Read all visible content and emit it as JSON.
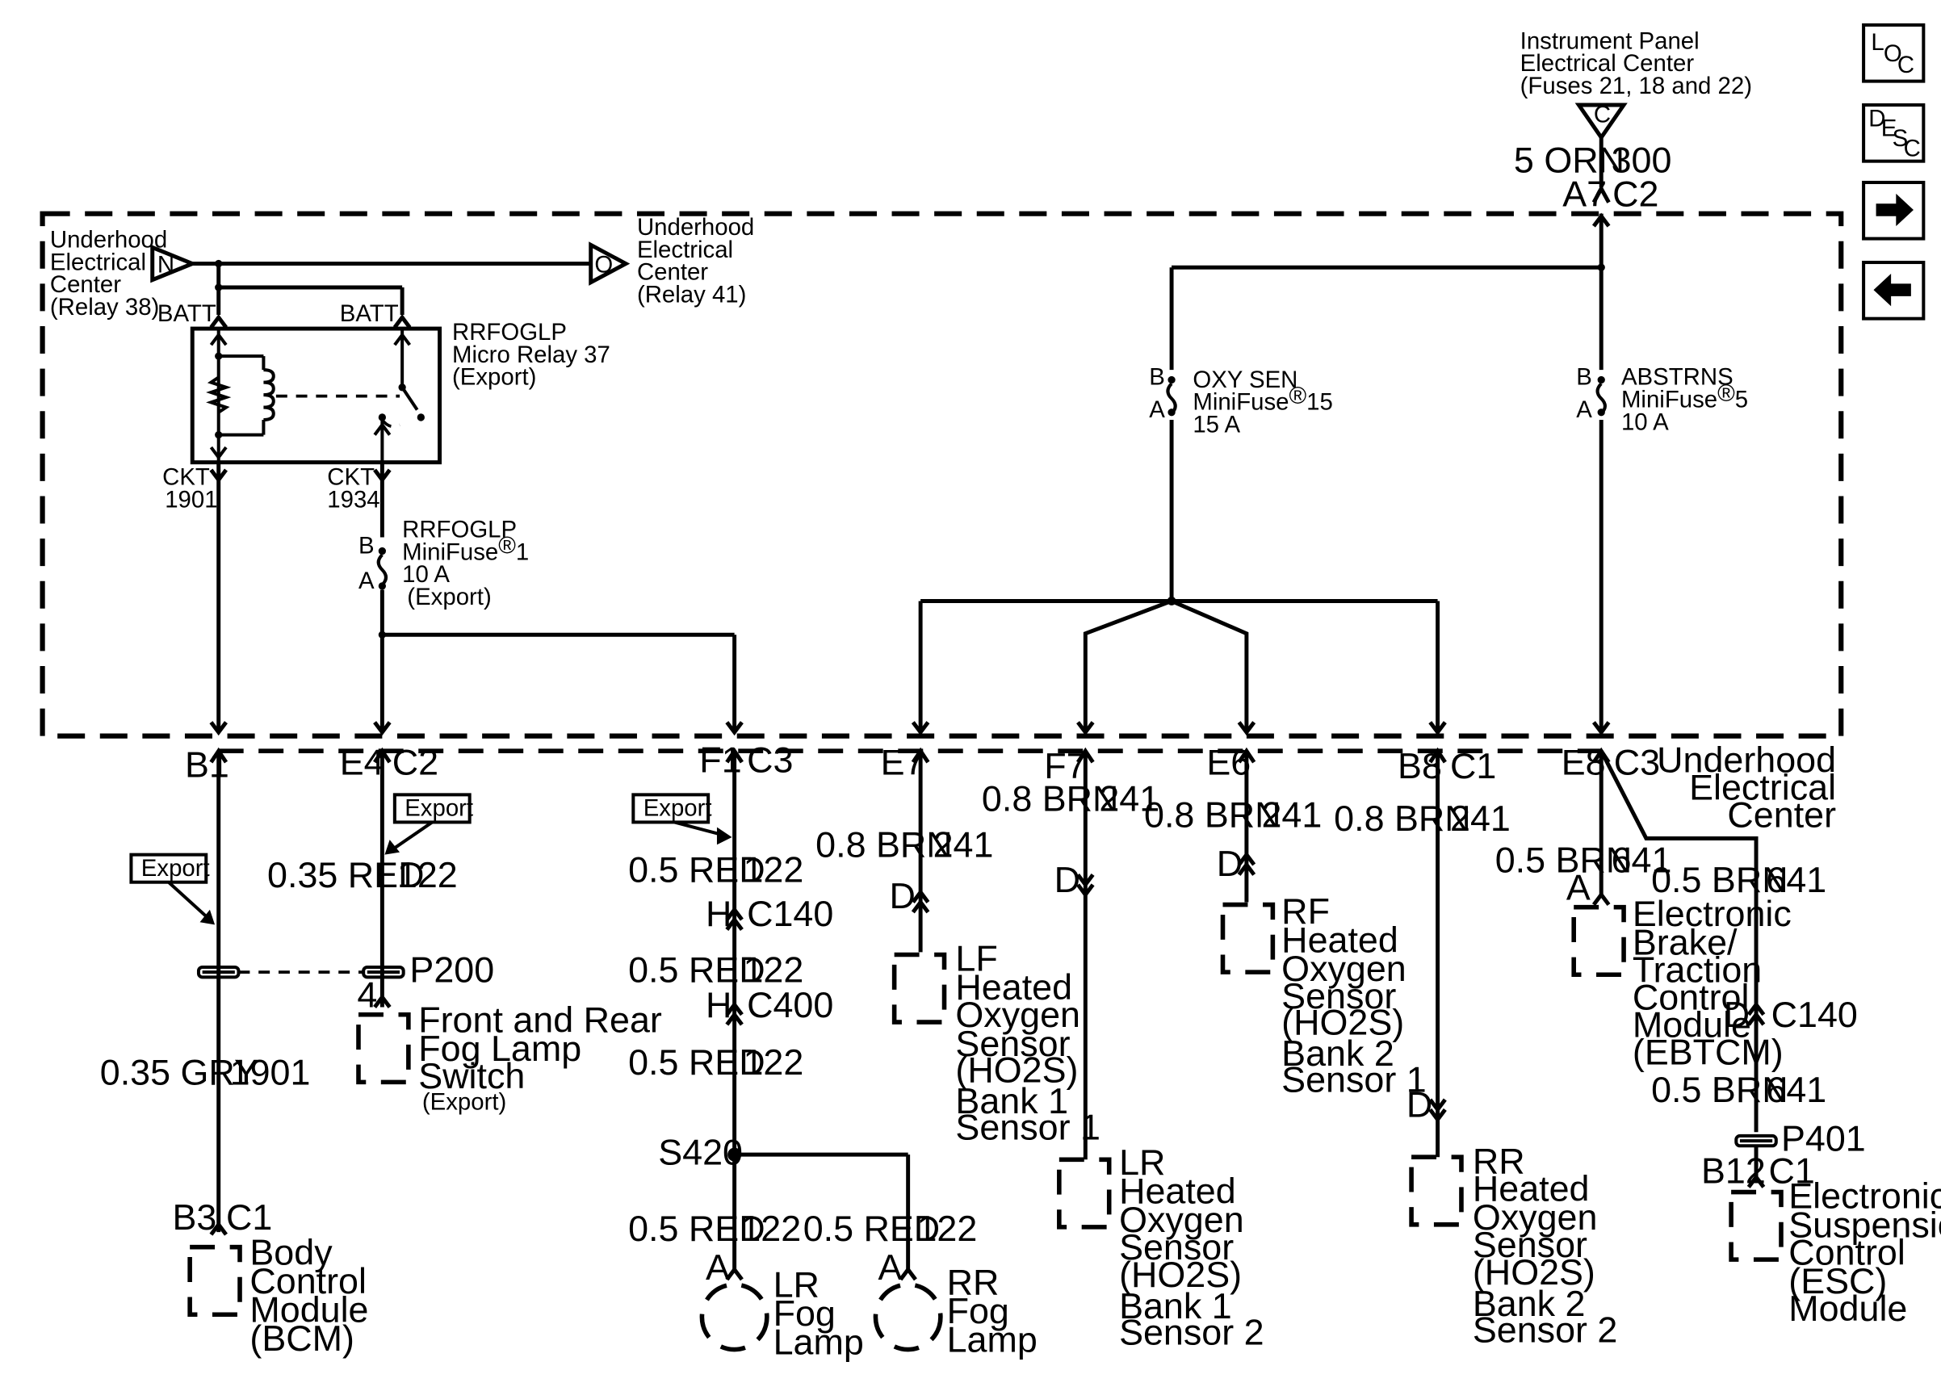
{
  "nav": {
    "loc": {
      "l1": "L",
      "l2": "O",
      "l3": "C"
    },
    "desc": {
      "l1": "D",
      "l2": "E",
      "l3": "S",
      "l4": "C"
    },
    "next_icon": "arrow-right-icon",
    "prev_icon": "arrow-left-icon"
  },
  "ipec": {
    "line1": "Instrument Panel",
    "line2": "Electrical Center",
    "line3": "(Fuses 21, 18 and 22)",
    "pin": "C"
  },
  "ipec_wire": {
    "gauge": "5 ORN",
    "ckt": "300",
    "pin": "A7",
    "conn": "C2"
  },
  "uec_left": {
    "l1": "Underhood",
    "l2": "Electrical",
    "l3": "Center",
    "l4": "(Relay 38)",
    "pin": "N"
  },
  "uec_right": {
    "l1": "Underhood",
    "l2": "Electrical",
    "l3": "Center",
    "l4": "(Relay 41)",
    "pin": "O"
  },
  "relay": {
    "batt1": "BATT",
    "batt2": "BATT",
    "name": "RRFOGLP",
    "type": "Micro Relay 37",
    "note": "(Export)",
    "ckt1a": "CKT",
    "ckt1b": "1901",
    "ckt2a": "CKT",
    "ckt2b": "1934"
  },
  "fuse_rrfoglp": {
    "b": "B",
    "a": "A",
    "name": "RRFOGLP",
    "type": "MiniFuse",
    "num": "1",
    "amps": "10 A",
    "note": "(Export)"
  },
  "fuse_oxy": {
    "b": "B",
    "a": "A",
    "name": "OXY SEN",
    "type": "MiniFuse",
    "num": "15",
    "amps": "15 A"
  },
  "fuse_abs": {
    "b": "B",
    "a": "A",
    "name": "ABSTRNS",
    "type": "MiniFuse",
    "num": "5",
    "amps": "10 A"
  },
  "reg": "®",
  "uec_bottom": {
    "l1": "Underhood",
    "l2": "Electrical",
    "l3": "Center"
  },
  "pins": {
    "b1": "B1",
    "e4": "E4",
    "c2": "C2",
    "f1": "F1",
    "c3a": "C3",
    "e7": "E7",
    "f7": "F7",
    "e6": "E6",
    "b8": "B8",
    "c1": "C1",
    "e8": "E8",
    "c3b": "C3"
  },
  "export_tag": "Export",
  "bcm_branch": {
    "gauge": "0.35 GRY",
    "ckt": "1901",
    "pin": "B3",
    "conn": "C1",
    "l1": "Body",
    "l2": "Control",
    "l3": "Module",
    "l4": "(BCM)"
  },
  "p200": "P200",
  "switch_branch": {
    "gauge": "0.35 RED",
    "ckt": "122",
    "pin": "4",
    "l1": "Front and Rear",
    "l2": "Fog Lamp",
    "l3": "Switch",
    "l4": "(Export)"
  },
  "fog_branch": {
    "g1": "0.5 RED",
    "c1": "122",
    "h1": "H",
    "conn1": "C140",
    "g2": "0.5 RED",
    "c2": "122",
    "h2": "H",
    "conn2": "C400",
    "g3": "0.5 RED",
    "c3": "122",
    "splice": "S420",
    "g4": "0.5 RED",
    "c4": "122",
    "g5": "0.5 RED",
    "c5": "122",
    "pa": "A",
    "pb": "A",
    "lr1": "LR",
    "lr2": "Fog",
    "lr3": "Lamp",
    "rr1": "RR",
    "rr2": "Fog",
    "rr3": "Lamp"
  },
  "lf_ho2s": {
    "gauge": "0.8 BRN",
    "ckt": "241",
    "pin": "D",
    "l1": "LF",
    "l2": "Heated",
    "l3": "Oxygen",
    "l4": "Sensor",
    "l5": "(HO2S)",
    "l6": "Bank 1",
    "l7": "Sensor 1"
  },
  "lr_ho2s": {
    "gauge": "0.8 BRN",
    "ckt": "241",
    "pin": "D",
    "l1": "LR",
    "l2": "Heated",
    "l3": "Oxygen",
    "l4": "Sensor",
    "l5": "(HO2S)",
    "l6": "Bank 1",
    "l7": "Sensor 2"
  },
  "rf_ho2s": {
    "gauge": "0.8 BRN",
    "ckt": "241",
    "pin": "D",
    "l1": "RF",
    "l2": "Heated",
    "l3": "Oxygen",
    "l4": "Sensor",
    "l5": "(HO2S)",
    "l6": "Bank 2",
    "l7": "Sensor 1"
  },
  "rr_ho2s": {
    "gauge": "0.8 BRN",
    "ckt": "241",
    "pin": "D",
    "l1": "RR",
    "l2": "Heated",
    "l3": "Oxygen",
    "l4": "Sensor",
    "l5": "(HO2S)",
    "l6": "Bank 2",
    "l7": "Sensor 2"
  },
  "ebtcm": {
    "gauge": "0.5 BRN",
    "ckt": "641",
    "pin": "A",
    "l1": "Electronic",
    "l2": "Brake/",
    "l3": "Traction",
    "l4": "Control",
    "l5": "Module",
    "l6": "(EBTCM)"
  },
  "esc": {
    "g1": "0.5 BRN",
    "c1": "641",
    "pin1": "D",
    "conn1": "C140",
    "g2": "0.5 BRN",
    "c2": "641",
    "p401": "P401",
    "pin2": "B12",
    "conn2": "C1",
    "l1": "Electronic",
    "l2": "Suspension",
    "l3": "Control",
    "l4": "(ESC)",
    "l5": "Module"
  }
}
